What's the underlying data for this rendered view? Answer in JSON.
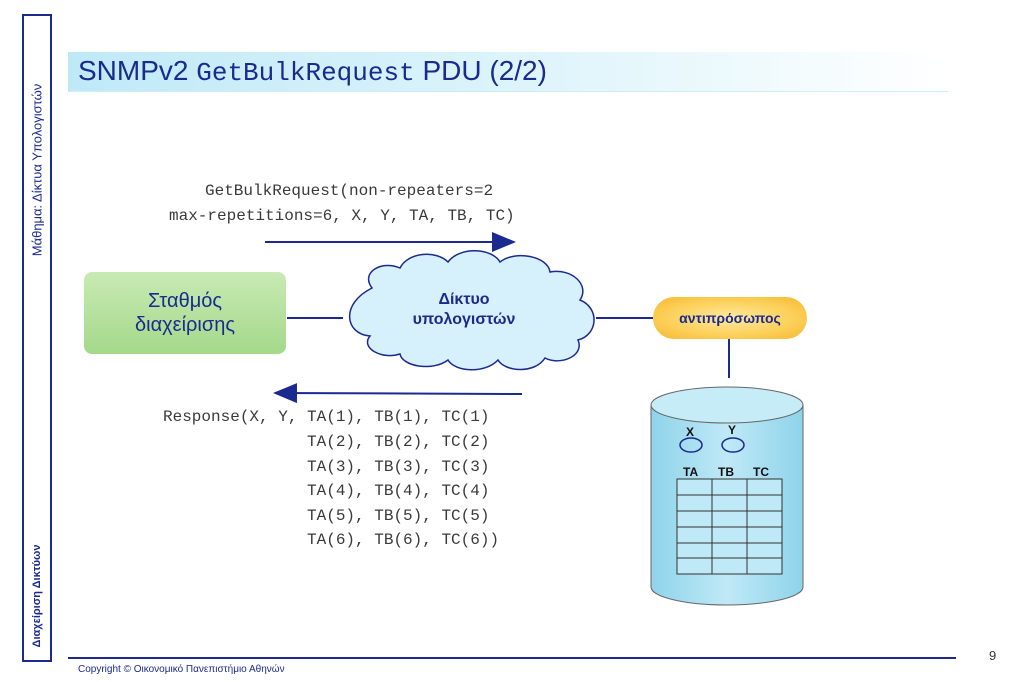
{
  "sidebar": {
    "top_text": "Μάθημα: Δίκτυα Υπολογιστών",
    "bottom_text": "Διαχείριση Δικτύων"
  },
  "title": {
    "prefix": "SNMPv2",
    "mono": "GetBulkRequest",
    "suffix": "PDU (2/2)"
  },
  "request": {
    "line1": "GetBulkRequest(non-repeaters=2",
    "line2": "max-repetitions=6, X, Y, TA, TB, TC)"
  },
  "station": {
    "line1": "Σταθμός",
    "line2": "διαχείρισης"
  },
  "network": {
    "line1": "Δίκτυο",
    "line2": "υπολογιστών"
  },
  "agent": {
    "label": "αντιπρόσωπος"
  },
  "database": {
    "scalars": [
      "X",
      "Y"
    ],
    "columns": [
      "TA",
      "TB",
      "TC"
    ]
  },
  "response": {
    "lines": [
      "Response(X, Y, TA(1), TB(1), TC(1)",
      "               TA(2), TB(2), TC(2)",
      "               TA(3), TB(3), TC(3)",
      "               TA(4), TB(4), TC(4)",
      "               TA(5), TB(5), TC(5)",
      "               TA(6), TB(6), TC(6))"
    ]
  },
  "colors": {
    "primary": "#1a2a8f",
    "cloud_fill": "#d6f1fb",
    "cylinder_fill": "#a9def0",
    "station_fill": "#b4e19c",
    "agent_fill": "#fccf57"
  },
  "footer": {
    "copyright": "Copyright © Οικονομικό Πανεπιστήμιο Αθηνών",
    "page_number": "9"
  }
}
